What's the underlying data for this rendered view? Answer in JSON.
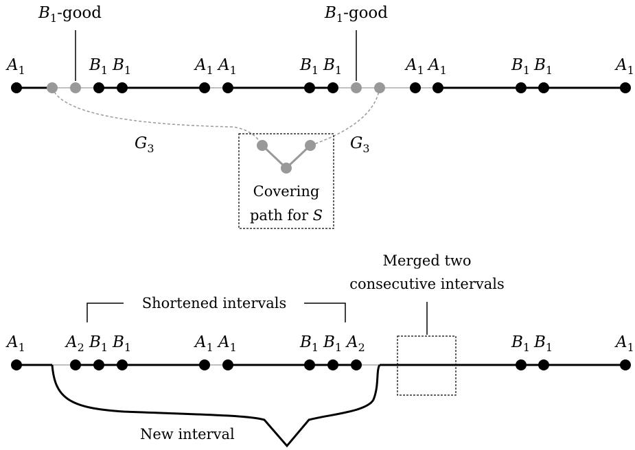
{
  "top": {
    "annotations": {
      "good_left": {
        "base": "B",
        "sub": "1",
        "suffix": "-good"
      },
      "good_right": {
        "base": "B",
        "sub": "1",
        "suffix": "-good"
      }
    },
    "point_labels": [
      {
        "base": "A",
        "sub": "1"
      },
      {
        "base": "B",
        "sub": "1"
      },
      {
        "base": "B",
        "sub": "1"
      },
      {
        "base": "A",
        "sub": "1"
      },
      {
        "base": "A",
        "sub": "1"
      },
      {
        "base": "B",
        "sub": "1"
      },
      {
        "base": "B",
        "sub": "1"
      },
      {
        "base": "A",
        "sub": "1"
      },
      {
        "base": "A",
        "sub": "1"
      },
      {
        "base": "B",
        "sub": "1"
      },
      {
        "base": "B",
        "sub": "1"
      },
      {
        "base": "A",
        "sub": "1"
      }
    ],
    "g3_left": {
      "base": "G",
      "sub": "3"
    },
    "g3_right": {
      "base": "G",
      "sub": "3"
    },
    "box_caption": {
      "line1": "Covering",
      "line2_prefix": "path for ",
      "line2_var": "S"
    }
  },
  "bottom": {
    "shortened_label": "Shortened intervals",
    "merged_label": {
      "line1": "Merged two",
      "line2": "consecutive intervals"
    },
    "new_interval_label": "New interval",
    "point_labels": [
      {
        "base": "A",
        "sub": "1"
      },
      {
        "base": "A",
        "sub": "2"
      },
      {
        "base": "B",
        "sub": "1"
      },
      {
        "base": "B",
        "sub": "1"
      },
      {
        "base": "A",
        "sub": "1"
      },
      {
        "base": "A",
        "sub": "1"
      },
      {
        "base": "B",
        "sub": "1"
      },
      {
        "base": "B",
        "sub": "1"
      },
      {
        "base": "A",
        "sub": "2"
      },
      {
        "base": "B",
        "sub": "1"
      },
      {
        "base": "B",
        "sub": "1"
      },
      {
        "base": "A",
        "sub": "1"
      }
    ]
  },
  "colors": {
    "black_vertex": "#000000",
    "gray_vertex": "#999999",
    "gray_edge": "#aaaaaa"
  }
}
